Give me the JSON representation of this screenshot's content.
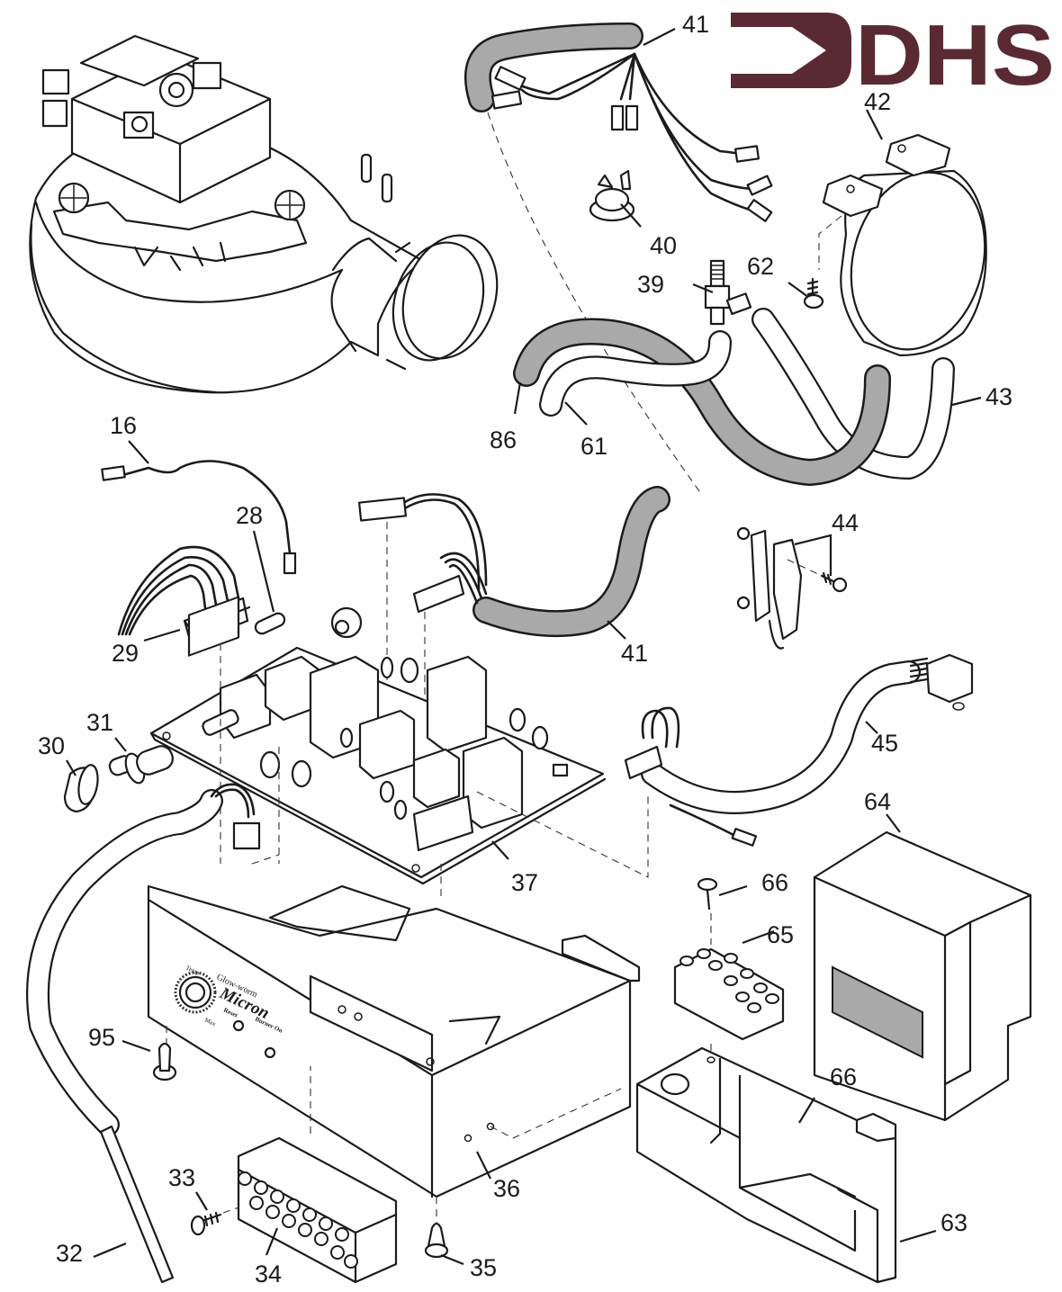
{
  "logo": {
    "text": "DHS",
    "color": "#5a2a33"
  },
  "control_panel": {
    "brand": "Glow-worm",
    "model": "Micron",
    "dial_label_top": "Temp",
    "dial_label_bottom": "Max",
    "lamp_label_1": "Reset",
    "lamp_label_2": "Burner On"
  },
  "callouts": {
    "p16": "16",
    "p28": "28",
    "p29": "29",
    "p30": "30",
    "p31": "31",
    "p32": "32",
    "p33": "33",
    "p34": "34",
    "p35": "35",
    "p36": "36",
    "p37": "37",
    "p39": "39",
    "p40": "40",
    "p41_top": "41",
    "p41_mid": "41",
    "p42": "42",
    "p43": "43",
    "p44": "44",
    "p45": "45",
    "p61": "61",
    "p62": "62",
    "p63": "63",
    "p64": "64",
    "p65": "65",
    "p66_top": "66",
    "p66_bottom": "66",
    "p86": "86",
    "p95": "95"
  }
}
